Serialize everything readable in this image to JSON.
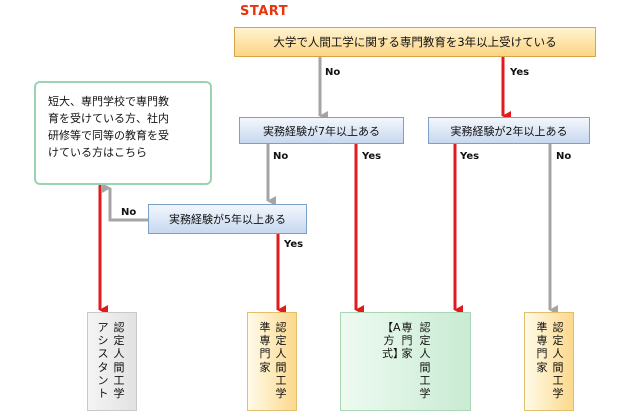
{
  "start_label": "START",
  "questions": {
    "q1": "大学で人間工学に関する専門教育を3年以上受けている",
    "q2": "実務経験が7年以上ある",
    "q3": "実務経験が2年以上ある",
    "q4": "実務経験が5年以上ある"
  },
  "note": "短大、専門学校で専門教\n育を受けている方、社内\n研修等で同等の教育を受\nけている方はこちら",
  "branches": {
    "no_q1": "No",
    "yes_q1": "Yes",
    "no_q2": "No",
    "yes_q2": "Yes",
    "yes_q3": "Yes",
    "no_q3": "No",
    "no_q4": "No",
    "yes_q4": "Yes"
  },
  "results": {
    "assistant": [
      "認定人間工学",
      "アシスタント"
    ],
    "associate_1": [
      "認定人間工学",
      "準専門家"
    ],
    "professional_a": [
      "認定人間工学",
      "専門家",
      "【A方式】"
    ],
    "associate_2": [
      "認定人間工学",
      "準専門家"
    ]
  },
  "colors": {
    "start": "#e8330c",
    "yes_arrow": "#e11b1b",
    "no_arrow": "#a5a5a5",
    "question_top": "#fbd582",
    "question_blue": "#c7d8ef",
    "note_border": "#9ad3b2",
    "result_gray": "#e2e2e2",
    "result_orange": "#fbd88c",
    "result_green": "#c9ebd3"
  }
}
